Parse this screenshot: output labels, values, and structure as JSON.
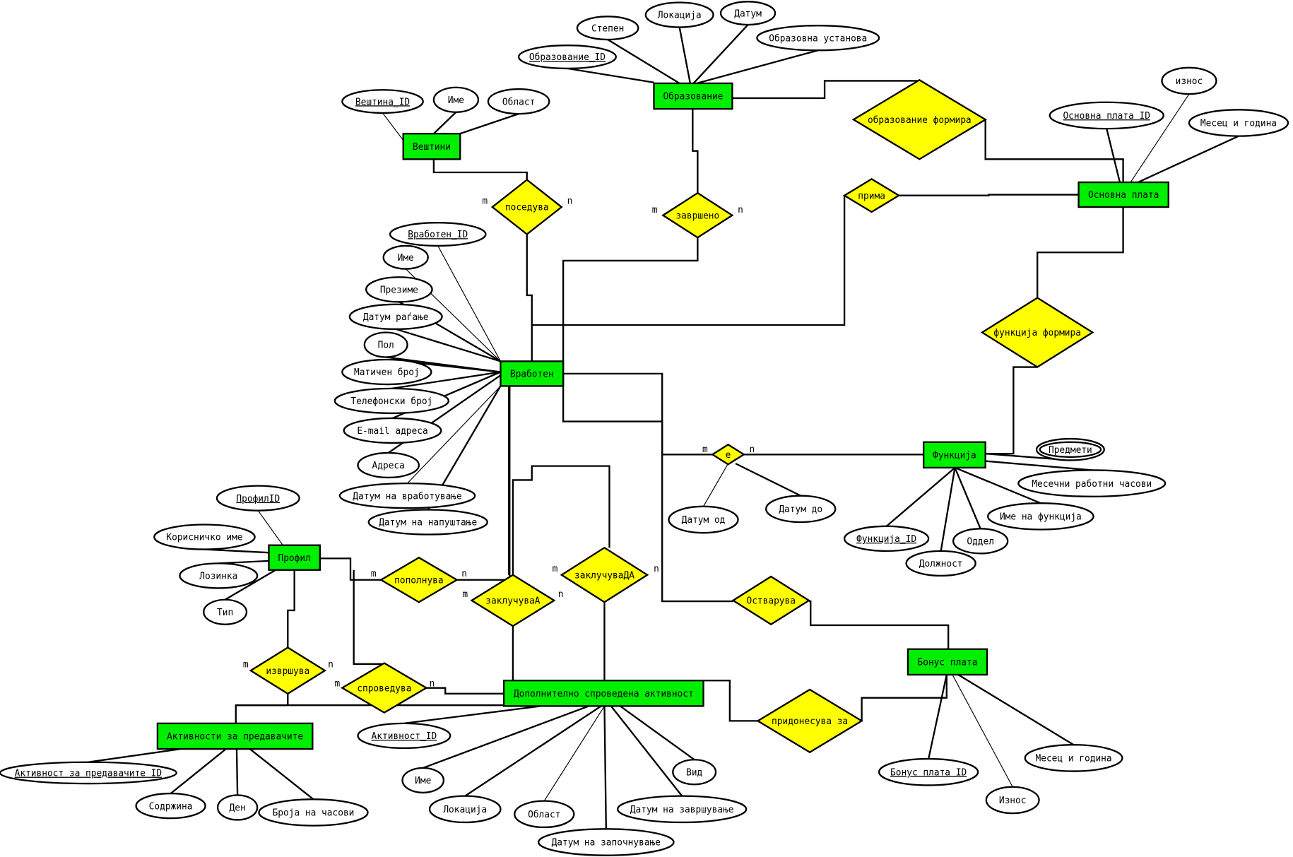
{
  "diagram": {
    "type": "er-diagram",
    "colors": {
      "entity": "#00ee00",
      "relationship": "#ffff00",
      "attribute": "#ffffff",
      "line": "#000000"
    },
    "entities": [
      {
        "id": "obrazovanie",
        "label": "Образование"
      },
      {
        "id": "vestini",
        "label": "Вештини"
      },
      {
        "id": "osnovna_plata",
        "label": "Основна плата"
      },
      {
        "id": "vraboten",
        "label": "Вработен"
      },
      {
        "id": "funkcija",
        "label": "Функција"
      },
      {
        "id": "profil",
        "label": "Профил"
      },
      {
        "id": "bonus_plata",
        "label": "Бонус плата"
      },
      {
        "id": "aktivnosti_predavachi",
        "label": "Активности за предавачите"
      },
      {
        "id": "dopolnitelna_aktivnost",
        "label": "Дополнително спроведена активност"
      }
    ],
    "relationships": [
      {
        "id": "poseduva",
        "label": "поседува",
        "left_card": "m",
        "right_card": "n"
      },
      {
        "id": "zavrsheno",
        "label": "завршено",
        "left_card": "m",
        "right_card": "n"
      },
      {
        "id": "obrazovanie_formira",
        "label": "образование формира"
      },
      {
        "id": "prima",
        "label": "прима"
      },
      {
        "id": "funkcija_formira",
        "label": "функција формира"
      },
      {
        "id": "e",
        "label": "е",
        "left_card": "m",
        "right_card": "n"
      },
      {
        "id": "popolnuva",
        "label": "пополнува",
        "left_card": "m",
        "right_card": "n"
      },
      {
        "id": "zakluchuvaA",
        "label": "заклучуваА",
        "left_card": "m",
        "right_card": "n"
      },
      {
        "id": "zakluchuvaDA",
        "label": "заклучуваДА",
        "left_card": "m",
        "right_card": "n"
      },
      {
        "id": "ostvaruva",
        "label": "Остварува"
      },
      {
        "id": "izvrshuva",
        "label": "извршува",
        "left_card": "m",
        "right_card": "n"
      },
      {
        "id": "sproveduva",
        "label": "спроведува",
        "left_card": "m",
        "right_card": "n"
      },
      {
        "id": "pridonesuva",
        "label": "придонесува за"
      }
    ],
    "attributes": {
      "obrazovanie": [
        {
          "label": "Образование_ID",
          "key": true
        },
        {
          "label": "Степен"
        },
        {
          "label": "Локација"
        },
        {
          "label": "Датум"
        },
        {
          "label": "Образовна установа"
        }
      ],
      "vestini": [
        {
          "label": "Вештина_ID",
          "key": true
        },
        {
          "label": "Име"
        },
        {
          "label": "Област"
        }
      ],
      "osnovna_plata": [
        {
          "label": "Основна плата ID",
          "key": true
        },
        {
          "label": "износ"
        },
        {
          "label": "Месец и година"
        }
      ],
      "vraboten": [
        {
          "label": "Вработен_ID",
          "key": true
        },
        {
          "label": "Име"
        },
        {
          "label": "Презиме"
        },
        {
          "label": "Датум раѓање"
        },
        {
          "label": "Пол"
        },
        {
          "label": "Матичен број"
        },
        {
          "label": "Телефонски број"
        },
        {
          "label": "E-mail адреса"
        },
        {
          "label": "Адреса"
        },
        {
          "label": "Датум на вработување"
        },
        {
          "label": "Датум на напуштање"
        }
      ],
      "e": [
        {
          "label": "Датум од"
        },
        {
          "label": "Датум до"
        }
      ],
      "funkcija": [
        {
          "label": "Предмети",
          "multivalued": true
        },
        {
          "label": "Месечни работни часови"
        },
        {
          "label": "Име на функција"
        },
        {
          "label": "Функција_ID",
          "key": true
        },
        {
          "label": "Оддел"
        },
        {
          "label": "Должност"
        }
      ],
      "profil": [
        {
          "label": "ПрофилID",
          "key": true
        },
        {
          "label": "Корисничко име"
        },
        {
          "label": "Лозинка"
        },
        {
          "label": "Тип"
        }
      ],
      "aktivnosti_predavachi": [
        {
          "label": "Активност за предавачите ID",
          "key": true
        },
        {
          "label": "Содржина"
        },
        {
          "label": "Ден"
        },
        {
          "label": "Броја на часови"
        }
      ],
      "dopolnitelna_aktivnost": [
        {
          "label": "Активност_ID",
          "key": true
        },
        {
          "label": "Име"
        },
        {
          "label": "Локација"
        },
        {
          "label": "Област"
        },
        {
          "label": "Датум на започнување"
        },
        {
          "label": "Датум на завршување"
        },
        {
          "label": "Вид"
        }
      ],
      "bonus_plata": [
        {
          "label": "Бонус плата ID",
          "key": true
        },
        {
          "label": "Износ"
        },
        {
          "label": "Месец и година"
        }
      ]
    }
  }
}
